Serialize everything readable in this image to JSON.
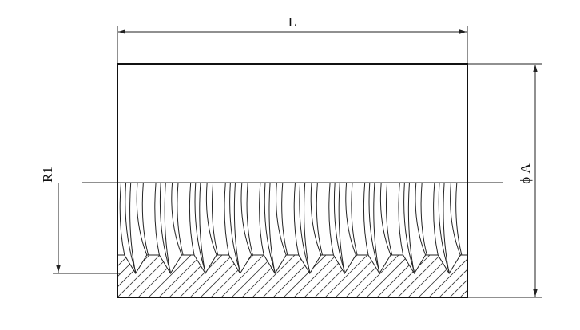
{
  "labels": {
    "length": "L",
    "diameter": "ϕ A",
    "radius": "R1"
  },
  "thread": {
    "pitch_count": 10
  },
  "colors": {
    "line": "#111111",
    "background": "#ffffff"
  }
}
